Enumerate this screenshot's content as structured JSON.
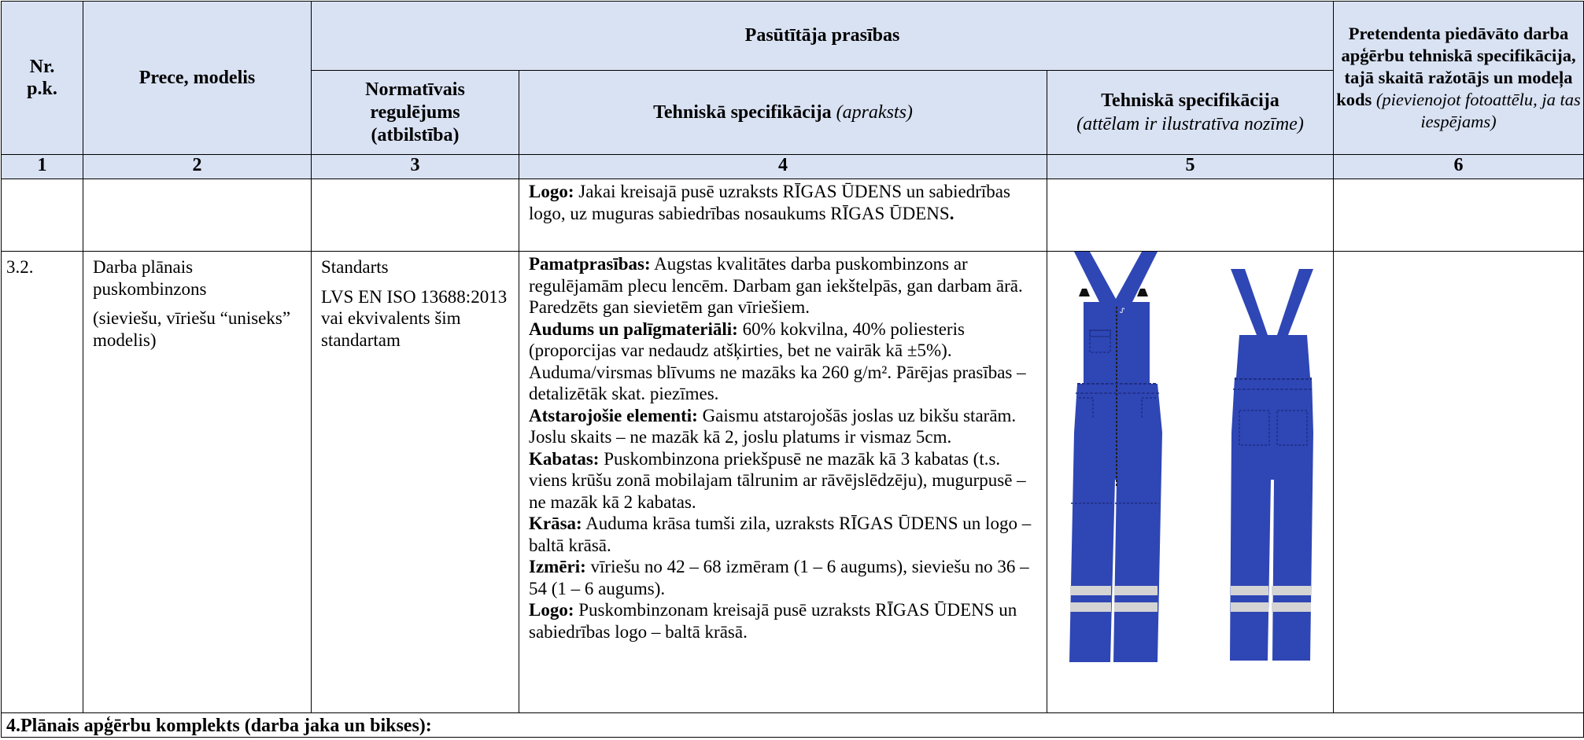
{
  "header": {
    "nr": "Nr. p.k.",
    "prece": "Prece, modelis",
    "pasutitaja": "Pasūtītāja prasības",
    "normativais": "Normatīvais regulējums (atbilstība)",
    "tehniska_bold": "Tehniskā specifikācija",
    "tehniska_italic": "(apraksts)",
    "tehniska5_bold": "Tehniskā specifikācija",
    "tehniska5_italic": "(attēlam ir ilustratīva nozīme)",
    "pretendenta_bold": "Pretendenta piedāvāto darba apģērbu tehniskā specifikācija, tajā skaitā ražotājs un modeļa kods",
    "pretendenta_italic": "(pievienojot fotoattēlu, ja tas iespējams)"
  },
  "column_numbers": [
    "1",
    "2",
    "3",
    "4",
    "5",
    "6"
  ],
  "row_logo": {
    "label": "Logo:",
    "text": " Jakai kreisajā pusē uzraksts RĪGAS ŪDENS un sabiedrības logo, uz muguras sabiedrības nosaukums RĪGAS ŪDENS",
    "end": "."
  },
  "row_32": {
    "nr": "3.2.",
    "prece_line1": "Darba plānais puskombinzons",
    "prece_line2": "(sieviešu, vīriešu “uniseks” modelis)",
    "norm_line1": "Standarts",
    "norm_line2": "LVS EN ISO 13688:2013 vai ekvivalents šim standartam",
    "spec": [
      {
        "label": "Pamatprasības:",
        "text": " Augstas kvalitātes darba puskombinzons ar regulējamām plecu lencēm. Darbam gan iekštelpās, gan darbam ārā. Paredzēts gan sievietēm gan vīriešiem."
      },
      {
        "label": "Audums un palīgmateriāli:",
        "text": " 60% kokvilna, 40% poliesteris (proporcijas var nedaudz atšķirties, bet ne vairāk kā ±5%). Auduma/virsmas blīvums ne mazāks ka 260 g/m². Pārējas prasības – detalizētāk skat. piezīmes."
      },
      {
        "label": "Atstarojošie elementi:",
        "text": " Gaismu atstarojošās joslas uz bikšu starām. Joslu skaits – ne mazāk kā 2, joslu platums ir vismaz 5cm."
      },
      {
        "label": "Kabatas:",
        "text": " Puskombinzona priekšpusē ne mazāk kā 3 kabatas (t.s. viens krūšu zonā mobilajam tālrunim ar rāvējslēdzēju), mugurpusē – ne mazāk kā 2 kabatas."
      },
      {
        "label": "Krāsa:",
        "text": " Auduma krāsa tumši zila, uzraksts RĪGAS ŪDENS un logo – baltā krāsā."
      },
      {
        "label": "Izmēri:",
        "text": " vīriešu no 42 – 68 izmēram (1 – 6 augums), sieviešu no 36 – 54 (1 – 6 augums)."
      },
      {
        "label": "Logo:",
        "text": " Puskombinzonam kreisajā pusē uzraksts RĪGAS ŪDENS un sabiedrības logo – baltā krāsā."
      }
    ]
  },
  "section4": "4.Plānais apģērbu komplekts (darba jaka un bikses):",
  "colors": {
    "header_bg": "#d9e2f3",
    "overall_blue": "#2f46b5",
    "reflective": "#d4d4d4"
  },
  "image_icons": [
    "overall-front-icon",
    "overall-back-icon"
  ]
}
